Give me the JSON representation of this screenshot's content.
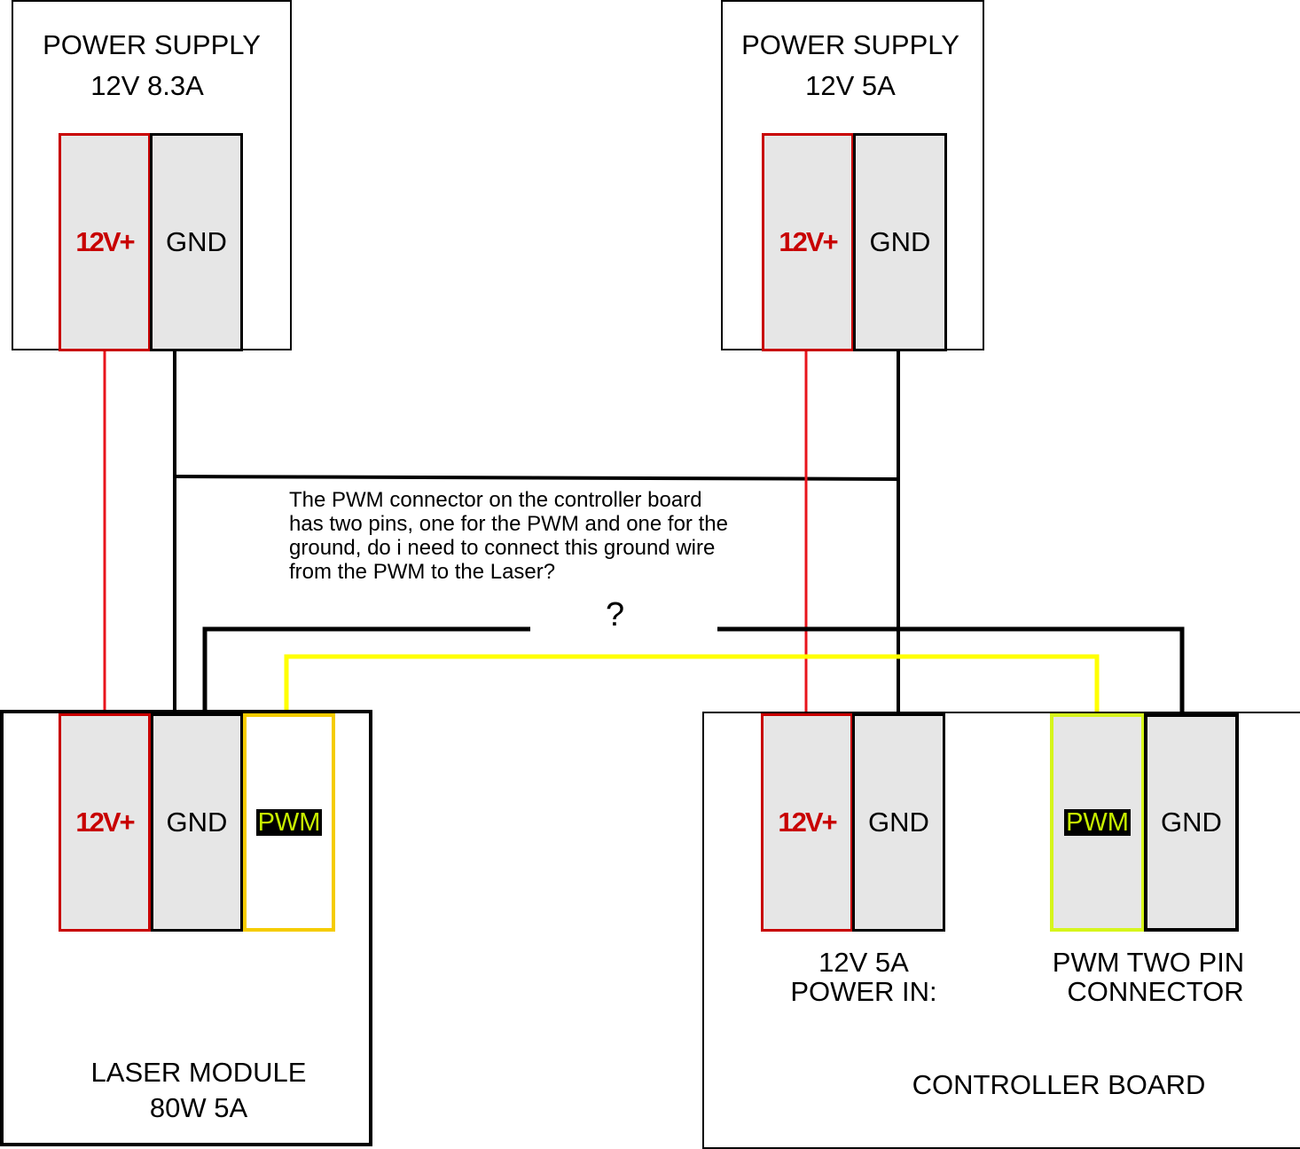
{
  "diagram": {
    "title": "Laser module wiring question",
    "colors": {
      "positive_wire": "#e8141c",
      "ground_wire": "#000000",
      "pwm_wire": "#ffff00",
      "positive_pin_border": "#c80000",
      "laser_pwm_pin_border": "#f5cc00",
      "board_pwm_pin_border": "#d6f51c",
      "pin_fill": "#e6e6e6"
    },
    "power_supply_1": {
      "title": "POWER SUPPLY",
      "rating": "12V 8.3A",
      "pins": [
        "12V+",
        "GND"
      ]
    },
    "power_supply_2": {
      "title": "POWER SUPPLY",
      "rating": "12V 5A",
      "pins": [
        "12V+",
        "GND"
      ]
    },
    "laser_module": {
      "title": "LASER MODULE",
      "rating": "80W 5A",
      "pins": [
        "12V+",
        "GND",
        "PWM"
      ]
    },
    "controller_board": {
      "title": "CONTROLLER BOARD",
      "power_in_label_line1": "12V 5A",
      "power_in_label_line2": "POWER IN:",
      "pwm_label_line1": "PWM TWO PIN",
      "pwm_label_line2": "CONNECTOR",
      "power_pins": [
        "12V+",
        "GND"
      ],
      "pwm_pins": [
        "PWM",
        "GND"
      ]
    },
    "note": {
      "lines": [
        "The PWM connector on the controller board",
        "has two pins, one for the PWM and one for the",
        "ground, do i need to connect this ground wire",
        "from the PWM to the Laser?"
      ],
      "question_mark": "?"
    },
    "connections": [
      {
        "from": "power_supply_1.12V+",
        "to": "laser_module.12V+",
        "type": "positive"
      },
      {
        "from": "power_supply_1.GND",
        "to": "laser_module.GND",
        "type": "ground"
      },
      {
        "from": "power_supply_1.GND",
        "to": "power_supply_2.GND",
        "type": "ground"
      },
      {
        "from": "power_supply_2.12V+",
        "to": "controller_board.power.12V+",
        "type": "positive"
      },
      {
        "from": "power_supply_2.GND",
        "to": "controller_board.power.GND",
        "type": "ground"
      },
      {
        "from": "controller_board.pwm.PWM",
        "to": "laser_module.PWM",
        "type": "pwm"
      },
      {
        "from": "controller_board.pwm.GND",
        "to": "laser_module.GND",
        "type": "ground",
        "status": "questioned (gap)"
      }
    ]
  }
}
